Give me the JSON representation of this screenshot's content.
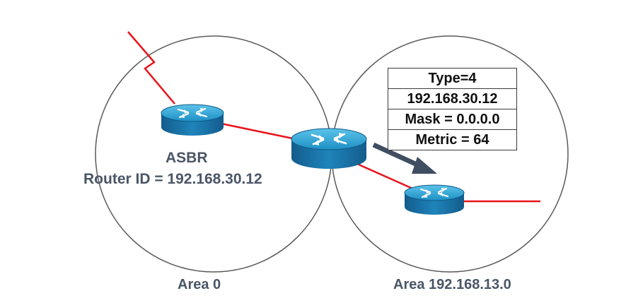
{
  "labels": {
    "asbr": "ASBR",
    "router_id": "Router ID  =  192.168.30.12",
    "area_0": "Area 0",
    "area_other": "Area 192.168.13.0"
  },
  "lsa": {
    "type": "Type=4",
    "address": "192.168.30.12",
    "mask": "Mask = 0.0.0.0",
    "metric": "Metric = 64"
  },
  "colors": {
    "link": "#e8141c",
    "area_border": "#5a5a5a",
    "router_top": "#2ea9d6",
    "router_side": "#1a6ea3",
    "arrow": "#3f4e60",
    "text": "#4a5566"
  }
}
